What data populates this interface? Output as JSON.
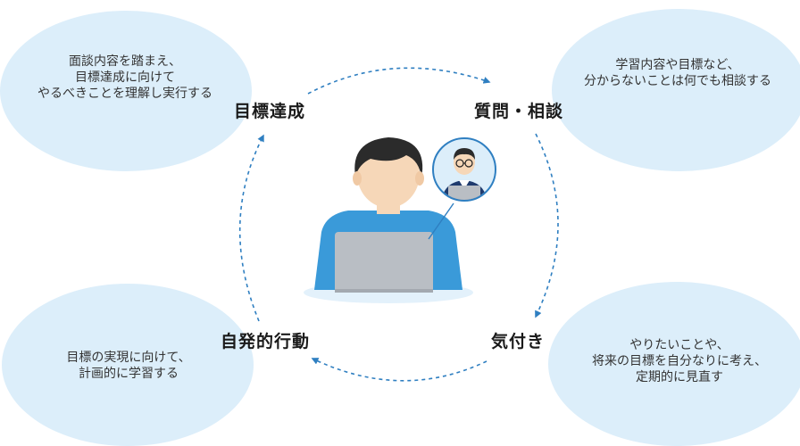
{
  "stages": {
    "goal": "目標達成",
    "question": "質問・相談",
    "awareness": "気付き",
    "action": "自発的行動"
  },
  "bubbles": {
    "top_left": [
      "面談内容を踏まえ、",
      "目標達成に向けて",
      "やるべきことを理解し実行する"
    ],
    "top_right": [
      "学習内容や目標など、",
      "分からないことは何でも相談する"
    ],
    "bottom_left": [
      "目標の実現に向けて、",
      "計画的に学習する"
    ],
    "bottom_right": [
      "やりたいことや、",
      "将来の目標を自分なりに考え、",
      "定期的に見直す"
    ]
  },
  "colors": {
    "bubble_fill": "#dceefa",
    "arrow": "#2f7fc1",
    "shirt": "#3a9ad9",
    "laptop": "#b9bec4",
    "hair": "#2b2b2b",
    "skin": "#f6d7b8"
  }
}
